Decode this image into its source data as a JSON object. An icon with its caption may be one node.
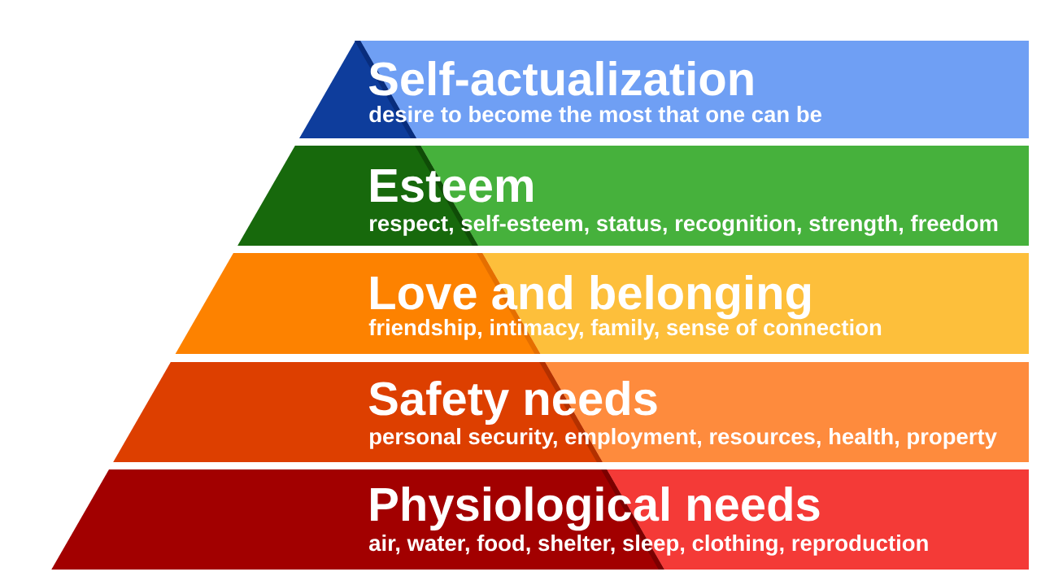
{
  "diagram": {
    "nodes": [
      {
        "text": [
          "Self-actualization",
          "desire to become the most that one can be"
        ]
      },
      {
        "text": [
          "Esteem",
          "respect, self-esteem, status, recognition, strength, freedom"
        ]
      },
      {
        "text": [
          "Love and belonging",
          "friendship, intimacy, family, sense of connection"
        ]
      },
      {
        "text": [
          "Safety needs",
          "personal security, employment, resources, health, property"
        ]
      },
      {
        "text": [
          "Physiological needs",
          "air, water, food, shelter, sleep, clothing, reproduction"
        ]
      }
    ]
  }
}
